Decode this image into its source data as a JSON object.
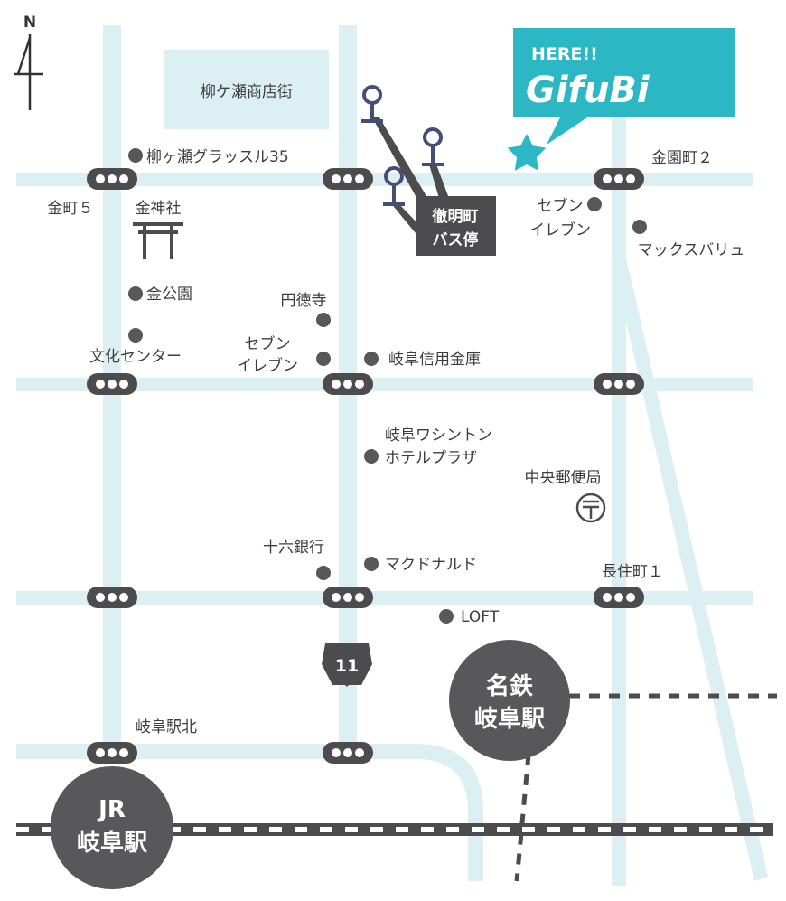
{
  "map": {
    "compass": {
      "label": "N",
      "icon": "north-arrow-icon"
    },
    "shopping_street": "柳ケ瀬商店街",
    "here_callout": {
      "line1": "HERE!!",
      "brand": "GifuBi",
      "color": "#2bb8c4",
      "icon": "star-icon"
    },
    "bus_stop": {
      "line1": "徹明町",
      "line2": "バス停",
      "icon": "bus-stop-icon"
    },
    "signal_icon": "traffic-signal-icon",
    "intersections": {
      "kanamachi5": "金町５",
      "kanazonocho2": "金園町２",
      "nagasumicho1": "長住町１",
      "gifu_eki_kita": "岐阜駅北"
    },
    "places": {
      "grassle": "柳ヶ瀬グラッスル35",
      "kanejinja": "金神社",
      "kinkoen": "金公園",
      "bunka_center": "文化センター",
      "entokuji": "円徳寺",
      "seven_center_l1": "セブン",
      "seven_center_l2": "イレブン",
      "seven_ne_l1": "セブン",
      "seven_ne_l2": "イレブン",
      "max_value": "マックスバリュ",
      "shinkin": "岐阜信用金庫",
      "washington_l1": "岐阜ワシントン",
      "washington_l2": "ホテルプラザ",
      "post_office": "中央郵便局",
      "juroku": "十六銀行",
      "mcdonalds": "マクドナルド",
      "loft": "LOFT"
    },
    "route_shield": "11",
    "stations": {
      "meitetsu": {
        "line1": "名鉄",
        "line2": "岐阜駅"
      },
      "jr": {
        "line1": "JR",
        "line2": "岐阜駅"
      }
    },
    "icons": {
      "shrine": "torii-icon",
      "post": "post-office-icon",
      "place": "place-dot-icon"
    },
    "colors": {
      "road": "#dceff2",
      "accent": "#2bb8c4",
      "marker": "#4c4c4e",
      "signal": "#4c4c4e",
      "bus_stop_pin": "#454e77"
    }
  }
}
